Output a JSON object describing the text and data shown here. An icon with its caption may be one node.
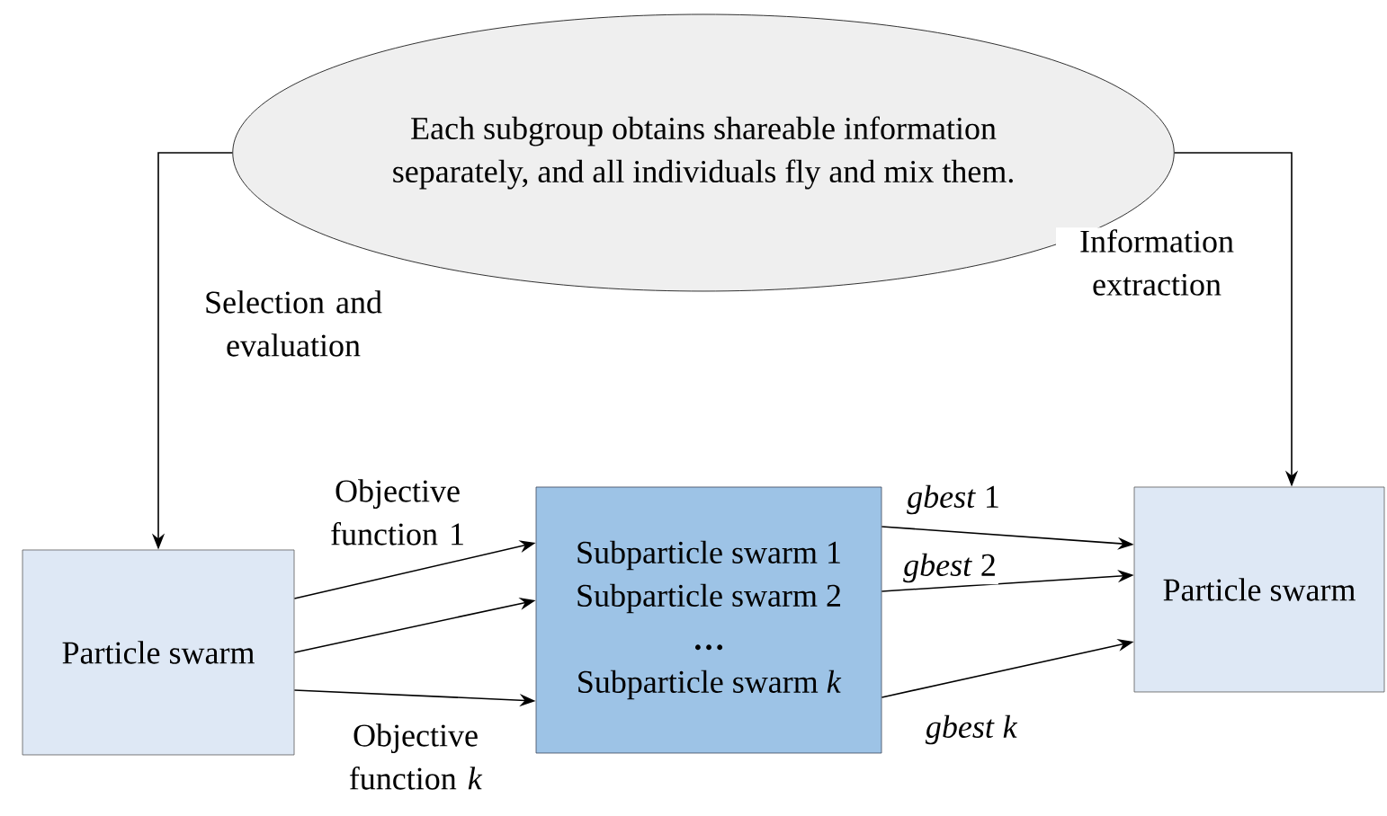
{
  "diagram": {
    "nodes": [
      {
        "text": [
          "Each subgroup obtains shareable information separately, and all individuals fly and mix them."
        ]
      },
      {
        "text": [
          "Particle swarm"
        ]
      },
      {
        "text": [
          "Subparticle swarm 1",
          "Subparticle swarm 2",
          "…",
          "Subparticle swarm *k*"
        ]
      },
      {
        "text": [
          "Particle swarm"
        ]
      }
    ],
    "edges": [
      {
        "from": 0,
        "to": 1,
        "arrow": "to",
        "label": "Selection and evaluation"
      },
      {
        "from": 0,
        "to": 3,
        "arrow": "to",
        "label": "Information extraction"
      },
      {
        "from": 1,
        "to": 2,
        "arrow": "to",
        "label": "Objective function 1"
      },
      {
        "from": 1,
        "to": 2,
        "arrow": "to"
      },
      {
        "from": 1,
        "to": 2,
        "arrow": "to",
        "label": "Objective function *k*"
      },
      {
        "from": 2,
        "to": 3,
        "arrow": "to",
        "label": "*gbest* 1"
      },
      {
        "from": 2,
        "to": 3,
        "arrow": "to",
        "label": "*gbest* 2"
      },
      {
        "from": 2,
        "to": 3,
        "arrow": "to",
        "label": "*gbest* *k*"
      }
    ]
  }
}
